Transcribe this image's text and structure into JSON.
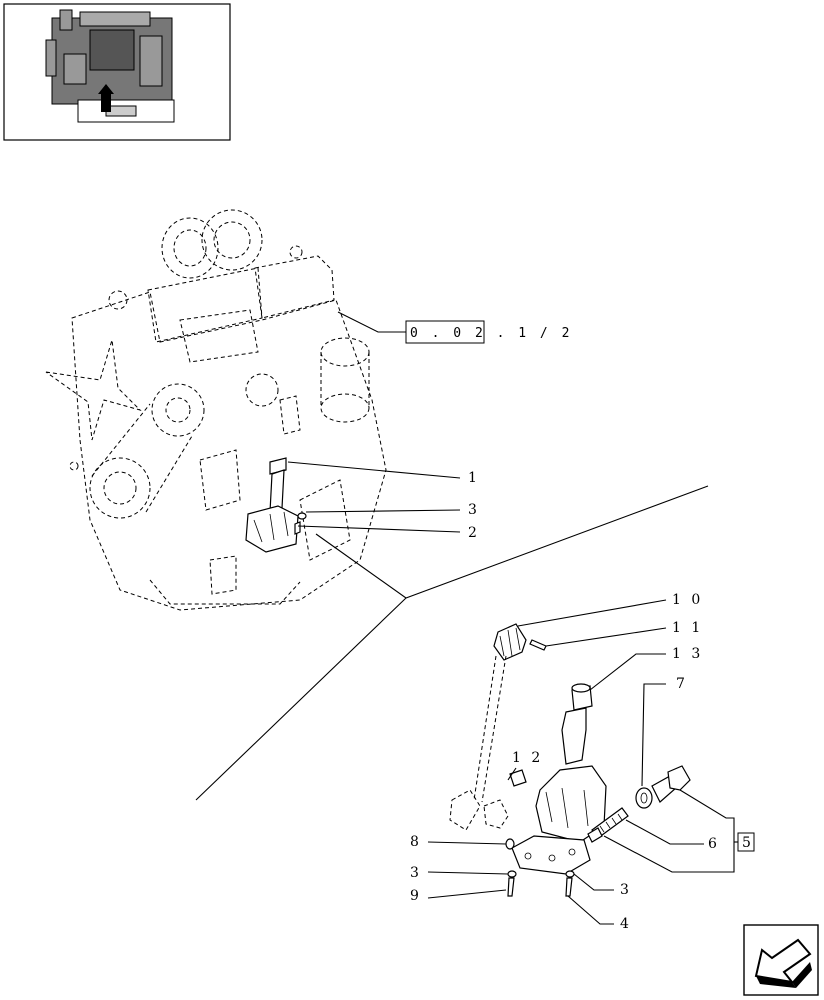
{
  "thumbnail": {
    "icon": "engine-thumbnail-icon",
    "marker": "arrow-up-marker"
  },
  "reference_box": {
    "label": "0 . 0 2 . 1 / 2"
  },
  "kit_box": {
    "label": "5"
  },
  "callouts": {
    "c1": "1",
    "c3a": "3",
    "c2": "2",
    "c10": "1 0",
    "c11": "1 1",
    "c13": "1 3",
    "c7": "7",
    "c12": "1 2",
    "c6": "6",
    "c8": "8",
    "c3b": "3",
    "c3c": "3",
    "c9": "9",
    "c4": "4"
  },
  "nav": {
    "icon": "back-arrow-icon"
  }
}
